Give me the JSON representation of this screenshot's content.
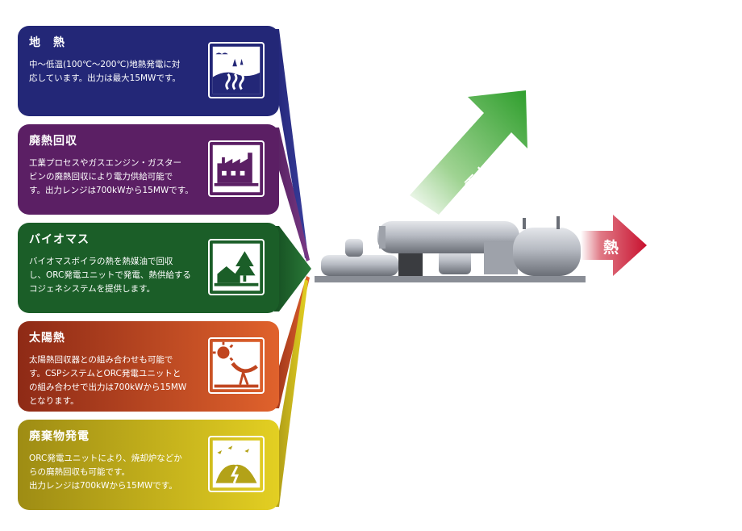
{
  "categories": [
    {
      "id": "geothermal",
      "title": "地　熱",
      "description": "中～低温(100℃～200℃)地熱発電に対\n応しています。出力は最大15MWです。",
      "color": "#232777",
      "icon": "geothermal-icon"
    },
    {
      "id": "waste-heat",
      "title": "廃熱回収",
      "description": "工業プロセスやガスエンジン・ガスター\nビンの廃熱回収により電力供給可能で\nす。出力レンジは700kWから15MWです。",
      "color": "#5b1f64",
      "icon": "factory-icon"
    },
    {
      "id": "biomass",
      "title": "バイオマス",
      "description": "バイオマスボイラの熱を熱媒油で回収\nし、ORC発電ユニットで発電、熱供給する\nコジェネシステムを提供します。",
      "color": "#1b5e28",
      "icon": "forest-icon"
    },
    {
      "id": "solar-thermal",
      "title": "太陽熱",
      "description": "太陽熱回収器との組み合わせも可能で\nす。CSPシステムとORC発電ユニットと\nの組み合わせで出力は700kWから15MW\nとなります。",
      "color": "#a3331b",
      "icon": "solar-dish-icon"
    },
    {
      "id": "waste-power",
      "title": "廃棄物発電",
      "description": "ORC発電ユニットにより、焼却炉などか\nらの廃熱回収も可能です。\n出力レンジは700kWから15MWです。",
      "color": "#b3a218",
      "icon": "landfill-icon"
    }
  ],
  "outputs": {
    "electricity_label": "電力",
    "heat_label": "熱",
    "electricity_color": "#3aa82e",
    "heat_color": "#c8102e"
  },
  "center": {
    "icon": "orc-unit-icon"
  }
}
